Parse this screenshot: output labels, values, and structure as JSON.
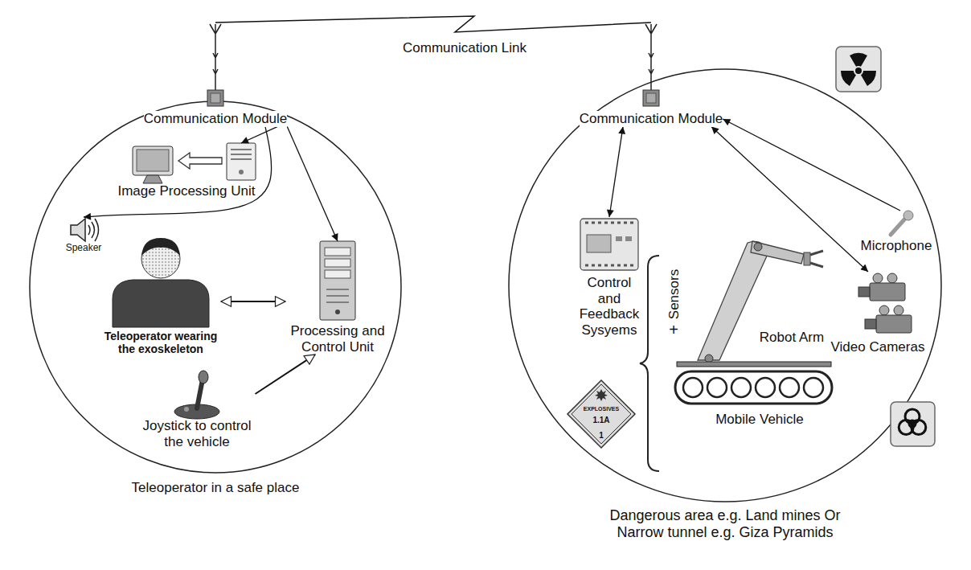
{
  "diagram": {
    "nodes": [
      {
        "text": [
          "Teleoperator in a safe place"
        ]
      },
      {
        "text": [
          "Communication Module"
        ],
        "in": 0
      },
      {
        "text": [
          "Image Processing Unit"
        ],
        "in": 0
      },
      {
        "text": [
          "Speaker"
        ],
        "in": 0
      },
      {
        "text": [
          "Teleoperator wearing the exoskeleton"
        ],
        "in": 0
      },
      {
        "text": [
          "Processing and Control Unit"
        ],
        "in": 0
      },
      {
        "text": [
          "Joystick to control the vehicle"
        ],
        "in": 0
      },
      {
        "text": [
          "Dangerous area e.g. Land mines Or Narrow tunnel e.g. Giza Pyramids"
        ]
      },
      {
        "text": [
          "Communication Module"
        ],
        "in": 7
      },
      {
        "text": [
          "Control and Feedback Sysyems"
        ],
        "in": 7
      },
      {
        "text": [
          "Robot Arm"
        ],
        "in": 7
      },
      {
        "text": [
          "Microphone"
        ],
        "in": 7
      },
      {
        "text": [
          "Video Cameras"
        ],
        "in": 7
      },
      {
        "text": [
          "Mobile Vehicle"
        ],
        "in": 7
      }
    ],
    "edges": [
      {
        "from": 1,
        "to": 8,
        "arrow": "none",
        "label": "Communication Link"
      },
      {
        "from": 1,
        "to": 2,
        "arrow": "to"
      },
      {
        "from": 1,
        "to": 3,
        "arrow": "to"
      },
      {
        "from": 1,
        "to": 5,
        "arrow": "to"
      },
      {
        "from": 4,
        "to": 5,
        "arrow": "both"
      },
      {
        "from": 6,
        "to": 5,
        "arrow": "to"
      },
      {
        "from": 8,
        "to": 9,
        "arrow": "both"
      },
      {
        "from": 11,
        "to": 8,
        "arrow": "to"
      },
      {
        "from": 8,
        "to": 12,
        "arrow": "both"
      }
    ],
    "labels": [
      "Sensors",
      "+",
      "EXPLOSIVES",
      "1.1A",
      "1"
    ]
  }
}
